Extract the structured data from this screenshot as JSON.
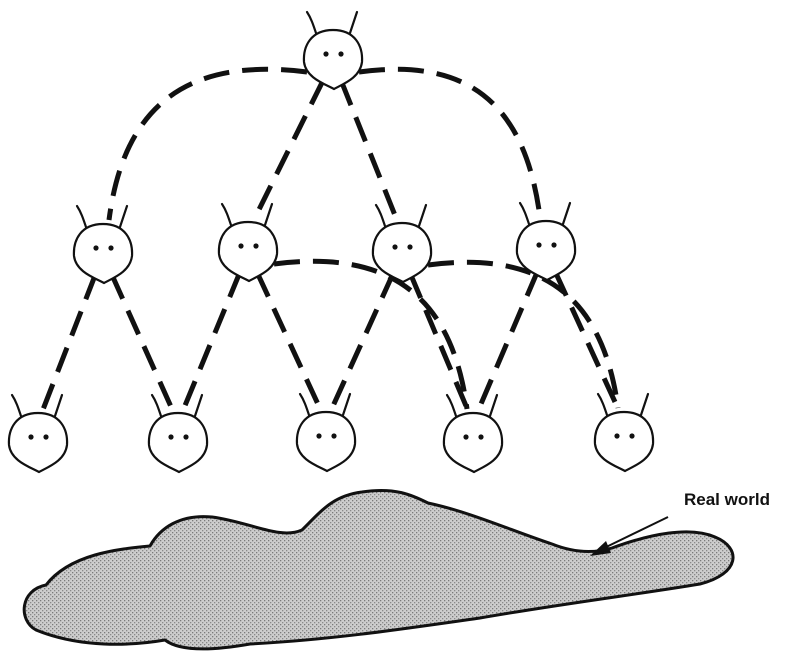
{
  "labels": {
    "real_world": "Real world"
  },
  "nodes": [
    {
      "id": "top",
      "level": 0
    },
    {
      "id": "mid-1",
      "level": 1
    },
    {
      "id": "mid-2",
      "level": 1
    },
    {
      "id": "mid-3",
      "level": 1
    },
    {
      "id": "mid-4",
      "level": 1
    },
    {
      "id": "bottom-1",
      "level": 2
    },
    {
      "id": "bottom-2",
      "level": 2
    },
    {
      "id": "bottom-3",
      "level": 2
    },
    {
      "id": "bottom-4",
      "level": 2
    },
    {
      "id": "bottom-5",
      "level": 2
    }
  ],
  "edges": [
    [
      "top",
      "mid-1"
    ],
    [
      "top",
      "mid-2"
    ],
    [
      "top",
      "mid-3"
    ],
    [
      "top",
      "mid-4"
    ],
    [
      "mid-1",
      "bottom-1"
    ],
    [
      "mid-1",
      "bottom-2"
    ],
    [
      "mid-2",
      "bottom-2"
    ],
    [
      "mid-2",
      "bottom-3"
    ],
    [
      "mid-2",
      "bottom-4"
    ],
    [
      "mid-3",
      "bottom-3"
    ],
    [
      "mid-3",
      "bottom-4"
    ],
    [
      "mid-3",
      "bottom-5"
    ],
    [
      "mid-4",
      "bottom-4"
    ],
    [
      "mid-4",
      "bottom-5"
    ]
  ],
  "colors": {
    "ink": "#111111",
    "world_fill": "#c4c4c4",
    "background": "#ffffff"
  },
  "style": {
    "edge_style": "dashed",
    "world_fill_pattern": "stipple"
  }
}
